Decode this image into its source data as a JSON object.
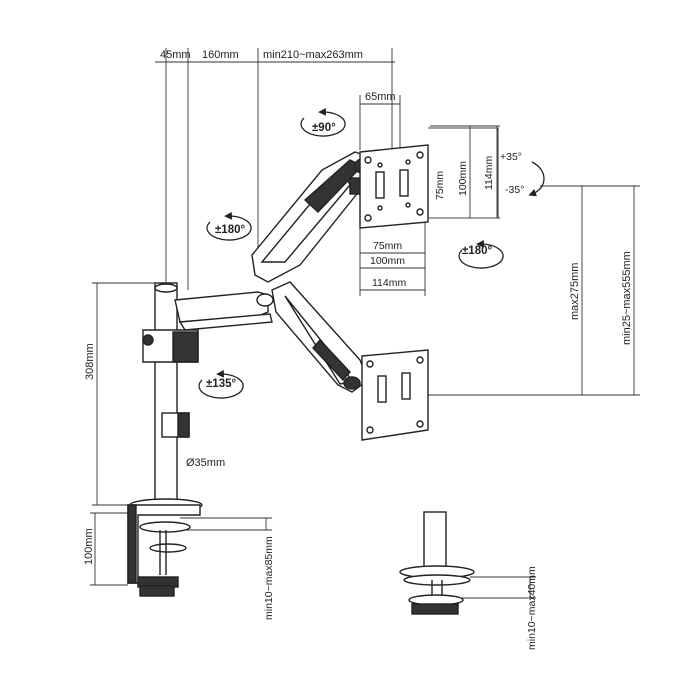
{
  "top_dims": {
    "base_offset": "45mm",
    "lower_arm": "160mm",
    "upper_arm": "min210~max263mm"
  },
  "vesa_offset": "65mm",
  "tilt": {
    "up": "+35°",
    "down": "-35°"
  },
  "rotations": {
    "swivel_head": "±90°",
    "upper_arm": "±180°",
    "plate": "±180°",
    "lower_arm": "±135°"
  },
  "vesa": {
    "vertical": [
      "75mm",
      "100mm",
      "114mm"
    ],
    "horizontal": [
      "75mm",
      "100mm",
      "114mm"
    ]
  },
  "heights": {
    "pole": "308mm",
    "max_vertical_travel": "max275mm",
    "screen_height": "min25~max555mm",
    "clamp": "100mm"
  },
  "pole_diameter": "Ø35mm",
  "clamp_range": "min10~max85mm",
  "grommet_range": "min10~max40mm",
  "colors": {
    "line": "#222222",
    "dim_line": "#555555"
  }
}
